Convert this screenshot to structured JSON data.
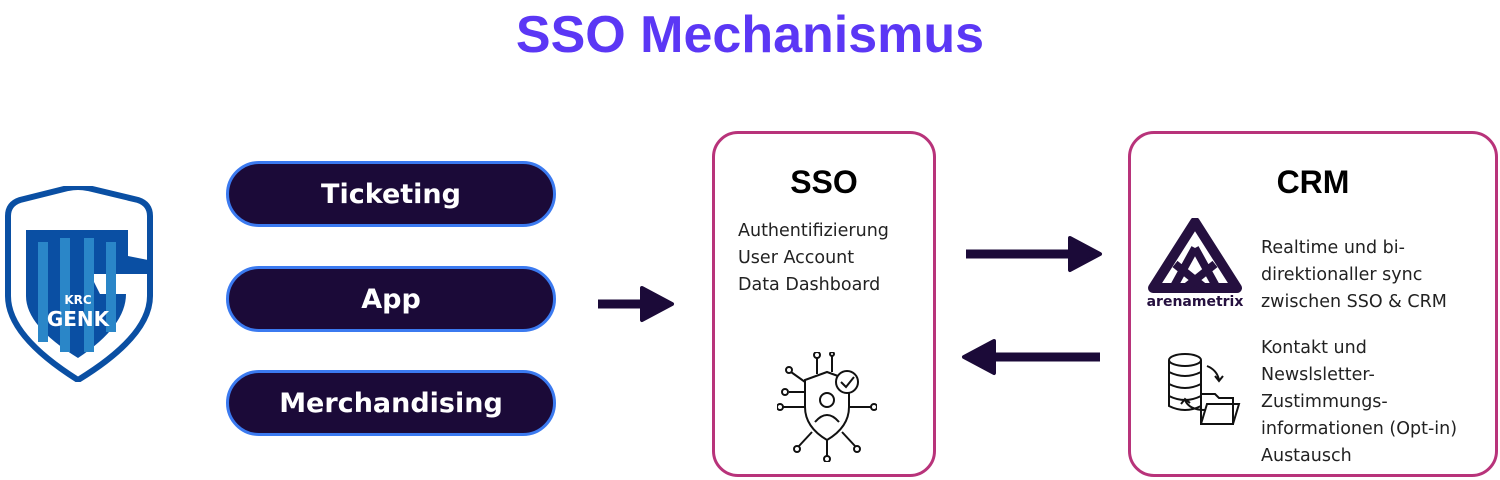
{
  "title": "SSO Mechanismus",
  "logo": {
    "text_small": "KRC",
    "text_large": "GENK",
    "colors": {
      "dark": "#0a4fa3",
      "light": "#2a86c8"
    }
  },
  "channels": [
    {
      "label": "Ticketing"
    },
    {
      "label": "App"
    },
    {
      "label": "Merchandising"
    }
  ],
  "sso": {
    "title": "SSO",
    "lines": [
      "Authentifizierung",
      "User Account",
      "Data Dashboard"
    ],
    "icon": "security-user-network-icon"
  },
  "crm": {
    "title": "CRM",
    "brand": "arenametrix",
    "items": [
      {
        "text": "Realtime und bi-direktionaller sync zwischen SSO & CRM",
        "lines": [
          "Realtime und bi-",
          "direktionaller sync",
          "zwischen SSO & CRM"
        ],
        "icon": "arenametrix-logo"
      },
      {
        "lines": [
          "Kontakt und",
          "Newslsletter-",
          "Zustimmungs-",
          "informationen (Opt-in)",
          "Austausch"
        ],
        "icon": "database-folder-sync-icon"
      }
    ]
  },
  "colors": {
    "title": "#5b37f5",
    "pill": "#1b0a38",
    "pill_border": "#3b7af0",
    "box_border": "#b8337a",
    "arrow": "#1b0a38"
  }
}
